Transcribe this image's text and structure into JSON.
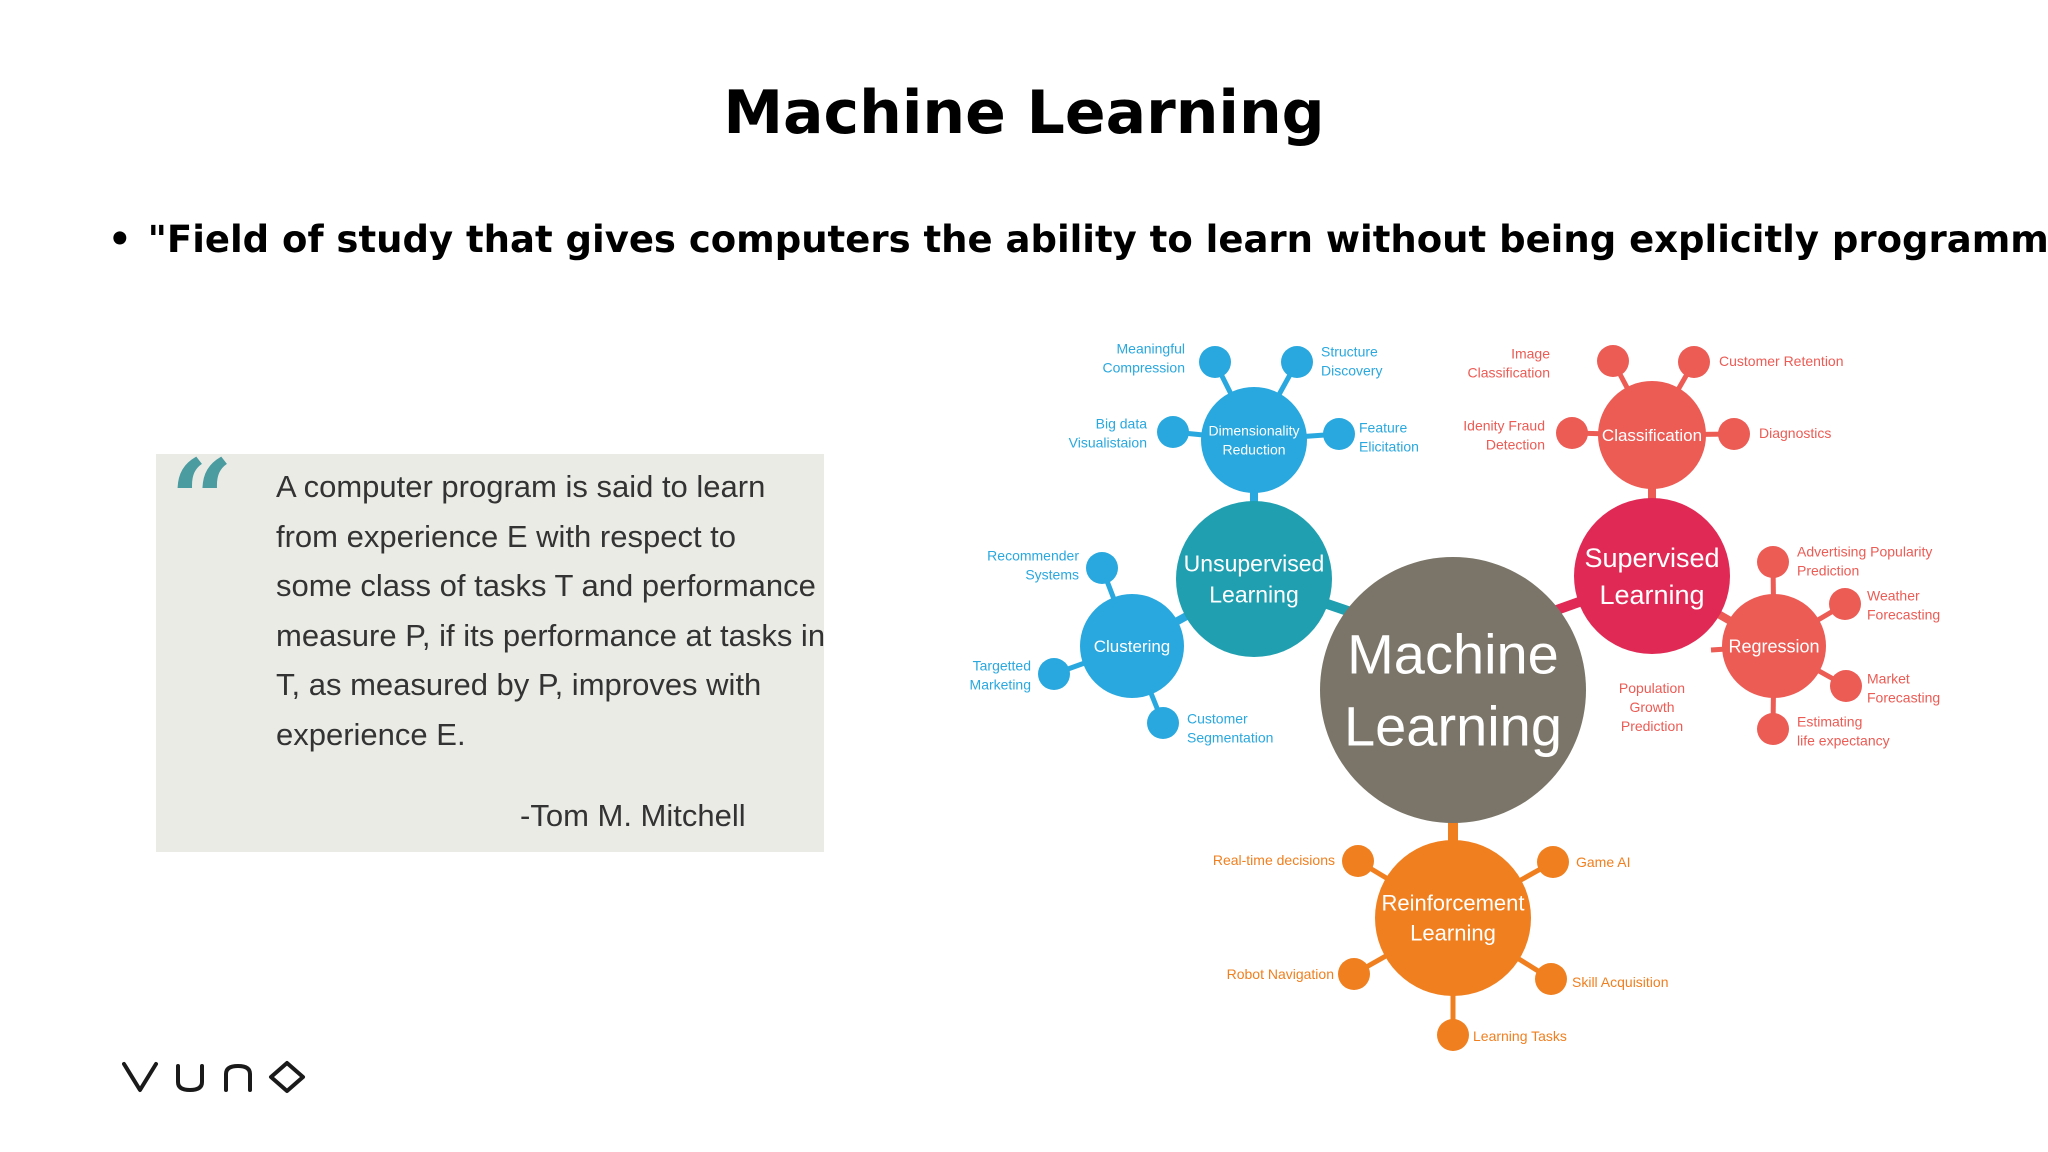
{
  "slide": {
    "title": "Machine Learning",
    "bullet": "\"Field of study that gives computers the ability to learn without being explicitly programmed”"
  },
  "quote": {
    "lines": [
      "A computer program is said to learn",
      "from experience E with respect to",
      "some class of tasks T and performance",
      "measure P, if its performance at tasks in",
      "T, as measured by P, improves with",
      "experience E."
    ],
    "author": "-Tom M. Mitchell"
  },
  "diagram": {
    "center": [
      "Machine",
      "Learning"
    ],
    "colors": {
      "center": "#7a7568",
      "unsupervised": "#1f9fb0",
      "unsupervised_sub": "#29a8df",
      "supervised": "#e02a55",
      "supervised_sub": "#ec5b54",
      "reinforcement": "#f07f1f"
    },
    "unsupervised": {
      "label": [
        "Unsupervised",
        "Learning"
      ],
      "dimensionality": {
        "label": [
          "Dimensionality",
          "Reduction"
        ],
        "leaves": [
          [
            "Meaningful",
            "Compression"
          ],
          [
            "Structure",
            "Discovery"
          ],
          [
            "Big data",
            "Visualistaion"
          ],
          [
            "Feature",
            "Elicitation"
          ]
        ]
      },
      "clustering": {
        "label": [
          "Clustering"
        ],
        "leaves": [
          [
            "Recommender",
            "Systems"
          ],
          [
            "Targetted",
            "Marketing"
          ],
          [
            "Customer",
            "Segmentation"
          ]
        ]
      }
    },
    "supervised": {
      "label": [
        "Supervised",
        "Learning"
      ],
      "classification": {
        "label": [
          "Classification"
        ],
        "leaves": [
          [
            "Image",
            "Classification"
          ],
          [
            "Customer Retention"
          ],
          [
            "Idenity Fraud",
            "Detection"
          ],
          [
            "Diagnostics"
          ]
        ]
      },
      "regression": {
        "label": [
          "Regression"
        ],
        "leaves": [
          [
            "Advertising Popularity",
            "Prediction"
          ],
          [
            "Weather",
            "Forecasting"
          ],
          [
            "Population",
            "Growth",
            "Prediction"
          ],
          [
            "Market",
            "Forecasting"
          ],
          [
            "Estimating",
            "life expectancy"
          ]
        ]
      }
    },
    "reinforcement": {
      "label": [
        "Reinforcement",
        "Learning"
      ],
      "leaves": [
        [
          "Real-time decisions"
        ],
        [
          "Game AI"
        ],
        [
          "Robot Navigation"
        ],
        [
          "Skill Acquisition"
        ],
        [
          "Learning Tasks"
        ]
      ]
    }
  },
  "logo": {
    "text": "vuno",
    "icon": "vuno-logo-icon"
  }
}
